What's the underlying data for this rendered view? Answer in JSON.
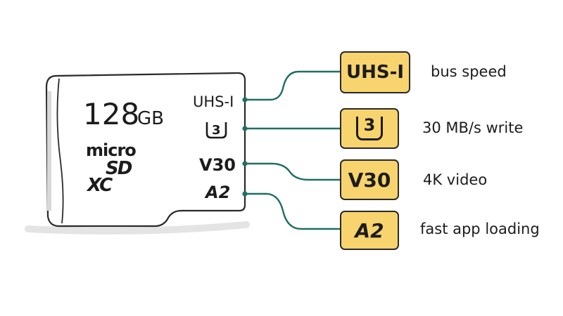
{
  "card": {
    "capacity_number": "128",
    "capacity_unit": "GB",
    "logo_micro": "micro",
    "logo_sd": "SD",
    "logo_xc": "XC",
    "bus_label": "UHS-I",
    "uhs_class": "3",
    "video_class": "V30",
    "app_class": "A2"
  },
  "callouts": [
    {
      "badge": "UHS-I",
      "description": "bus speed"
    },
    {
      "badge": "3",
      "description": "30 MB/s write"
    },
    {
      "badge": "V30",
      "description": "4K video"
    },
    {
      "badge": "A2",
      "description": "fast app loading"
    }
  ],
  "colors": {
    "badge_fill": "#f8d46e",
    "connector": "#1f6f64",
    "card_outline": "#2a2a2a"
  }
}
